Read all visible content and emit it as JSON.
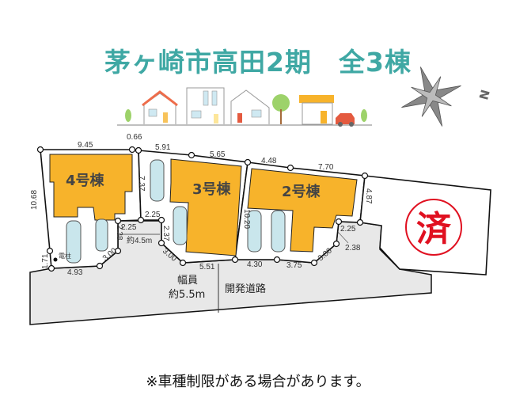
{
  "title": "茅ヶ崎市高田2期　全3棟",
  "compass": {
    "label": "N",
    "icon": "compass-rose-icon"
  },
  "buildings": [
    {
      "label": "4号棟"
    },
    {
      "label": "3号棟"
    },
    {
      "label": "2号棟"
    }
  ],
  "sold": {
    "label": "済",
    "color": "#e01020"
  },
  "dimensions": {
    "d945": "9.45",
    "d066": "0.66",
    "d591": "5.91",
    "d565": "5.65",
    "d448": "4.48",
    "d770": "7.70",
    "d1068": "10.68",
    "d737": "7.37",
    "d1020": "10.20",
    "d487": "4.87",
    "d225a": "2.25",
    "d225b": "2.25",
    "d238a": "2.38",
    "d237": "2.37",
    "d300a": "3.00",
    "d300b": "3.00",
    "d171": "1.71",
    "d493": "4.93",
    "d551": "5.51",
    "d430": "4.30",
    "d375": "3.75",
    "d300c": "3.00",
    "d225c": "2.25",
    "d238b": "2.38",
    "approx45": "約4.5m"
  },
  "pole": "電柱",
  "road": {
    "width_label1": "幅員",
    "width_label2": "約5.5m",
    "name": "開発道路"
  },
  "colors": {
    "title": "#3fa8a4",
    "building": "#f7b32b",
    "road": "#e8e8e8",
    "car": "#c9e6ec"
  },
  "note": "※車種制限がある場合があります。"
}
